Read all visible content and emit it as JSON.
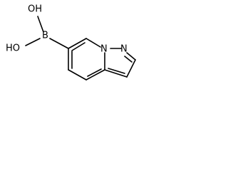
{
  "molecule": {
    "atoms": {
      "hydroxyl_top": "OH",
      "hydroxyl_bottom": "HO",
      "boron": "B",
      "nitrogen_bridge": "N",
      "nitrogen_ring": "N"
    }
  }
}
